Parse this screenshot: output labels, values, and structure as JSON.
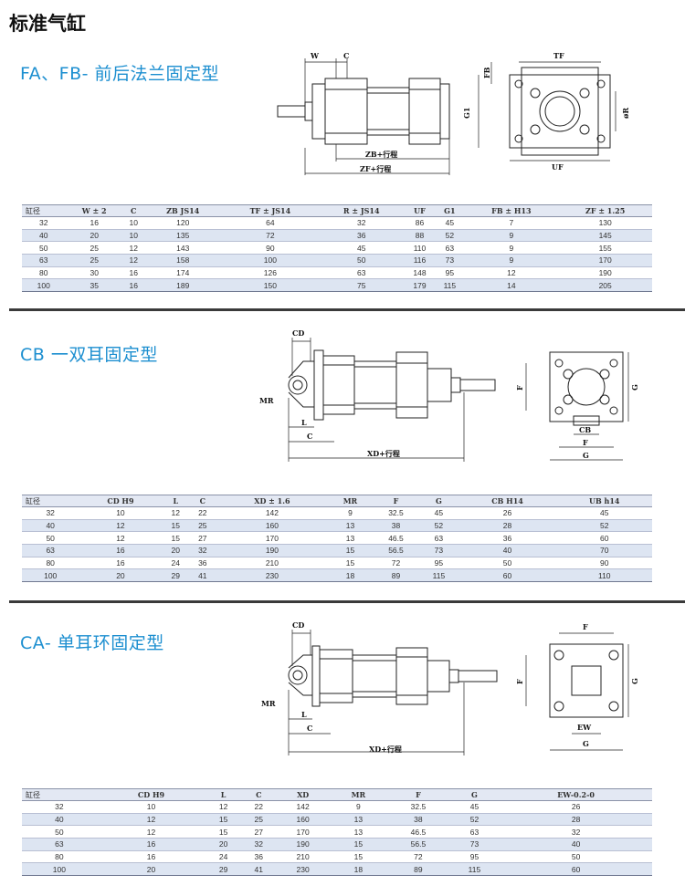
{
  "page_title": "标准气缸",
  "sections": [
    {
      "title": "FA、FB- 前后法兰固定型",
      "diagram_labels": {
        "w": "W",
        "c": "C",
        "zb": "ZB+行程",
        "zf": "ZF+行程",
        "fb": "FB",
        "g1": "G1",
        "tf": "TF",
        "r": "øR",
        "uf": "UF"
      },
      "headers": [
        "缸径",
        "W ± 2",
        "C",
        "ZB JS14",
        "TF ± JS14",
        "R ± JS14",
        "UF",
        "G1",
        "FB ± H13",
        "ZF ± 1.25"
      ],
      "rows": [
        [
          "32",
          "16",
          "10",
          "120",
          "64",
          "32",
          "86",
          "45",
          "7",
          "130"
        ],
        [
          "40",
          "20",
          "10",
          "135",
          "72",
          "36",
          "88",
          "52",
          "9",
          "145"
        ],
        [
          "50",
          "25",
          "12",
          "143",
          "90",
          "45",
          "110",
          "63",
          "9",
          "155"
        ],
        [
          "63",
          "25",
          "12",
          "158",
          "100",
          "50",
          "116",
          "73",
          "9",
          "170"
        ],
        [
          "80",
          "30",
          "16",
          "174",
          "126",
          "63",
          "148",
          "95",
          "12",
          "190"
        ],
        [
          "100",
          "35",
          "16",
          "189",
          "150",
          "75",
          "179",
          "115",
          "14",
          "205"
        ]
      ]
    },
    {
      "title": "CB 一双耳固定型",
      "diagram_labels": {
        "cd": "CD",
        "mr": "MR",
        "l": "L",
        "c": "C",
        "xd": "XD+行程",
        "f": "F",
        "g": "G",
        "cb": "CB",
        "f2": "F",
        "g2": "G"
      },
      "headers": [
        "缸径",
        "CD H9",
        "L",
        "C",
        "XD ± 1.6",
        "MR",
        "F",
        "G",
        "CB H14",
        "UB h14"
      ],
      "rows": [
        [
          "32",
          "10",
          "12",
          "22",
          "142",
          "9",
          "32.5",
          "45",
          "26",
          "45"
        ],
        [
          "40",
          "12",
          "15",
          "25",
          "160",
          "13",
          "38",
          "52",
          "28",
          "52"
        ],
        [
          "50",
          "12",
          "15",
          "27",
          "170",
          "13",
          "46.5",
          "63",
          "36",
          "60"
        ],
        [
          "63",
          "16",
          "20",
          "32",
          "190",
          "15",
          "56.5",
          "73",
          "40",
          "70"
        ],
        [
          "80",
          "16",
          "24",
          "36",
          "210",
          "15",
          "72",
          "95",
          "50",
          "90"
        ],
        [
          "100",
          "20",
          "29",
          "41",
          "230",
          "18",
          "89",
          "115",
          "60",
          "110"
        ]
      ]
    },
    {
      "title": "CA- 单耳环固定型",
      "diagram_labels": {
        "cd": "CD",
        "mr": "MR",
        "l": "L",
        "c": "C",
        "xd": "XD+行程",
        "f": "F",
        "f2": "F",
        "g": "G",
        "ew": "EW",
        "g2": "G"
      },
      "headers": [
        "缸径",
        "CD H9",
        "L",
        "C",
        "XD",
        "MR",
        "F",
        "G",
        "EW-0.2-0"
      ],
      "rows": [
        [
          "32",
          "10",
          "12",
          "22",
          "142",
          "9",
          "32.5",
          "45",
          "26"
        ],
        [
          "40",
          "12",
          "15",
          "25",
          "160",
          "13",
          "38",
          "52",
          "28"
        ],
        [
          "50",
          "12",
          "15",
          "27",
          "170",
          "13",
          "46.5",
          "63",
          "32"
        ],
        [
          "63",
          "16",
          "20",
          "32",
          "190",
          "15",
          "56.5",
          "73",
          "40"
        ],
        [
          "80",
          "16",
          "24",
          "36",
          "210",
          "15",
          "72",
          "95",
          "50"
        ],
        [
          "100",
          "20",
          "29",
          "41",
          "230",
          "18",
          "89",
          "115",
          "60"
        ]
      ]
    }
  ]
}
